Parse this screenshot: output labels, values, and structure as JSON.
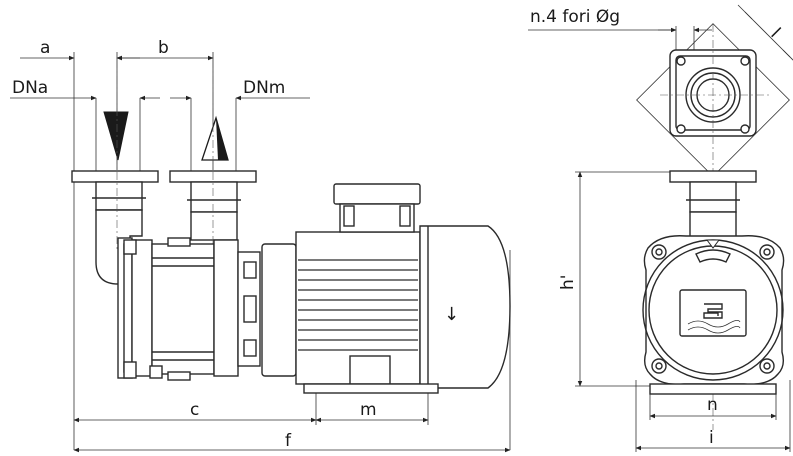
{
  "labels": {
    "a": "a",
    "b": "b",
    "dna": "DNa",
    "dnm": "DNm",
    "holes": "n.4 fori Øg",
    "l": "l",
    "h": "h'",
    "c": "c",
    "m": "m",
    "f": "f",
    "n": "n",
    "i": "i"
  },
  "colors": {
    "line": "#2a2a2a",
    "background": "#ffffff"
  }
}
